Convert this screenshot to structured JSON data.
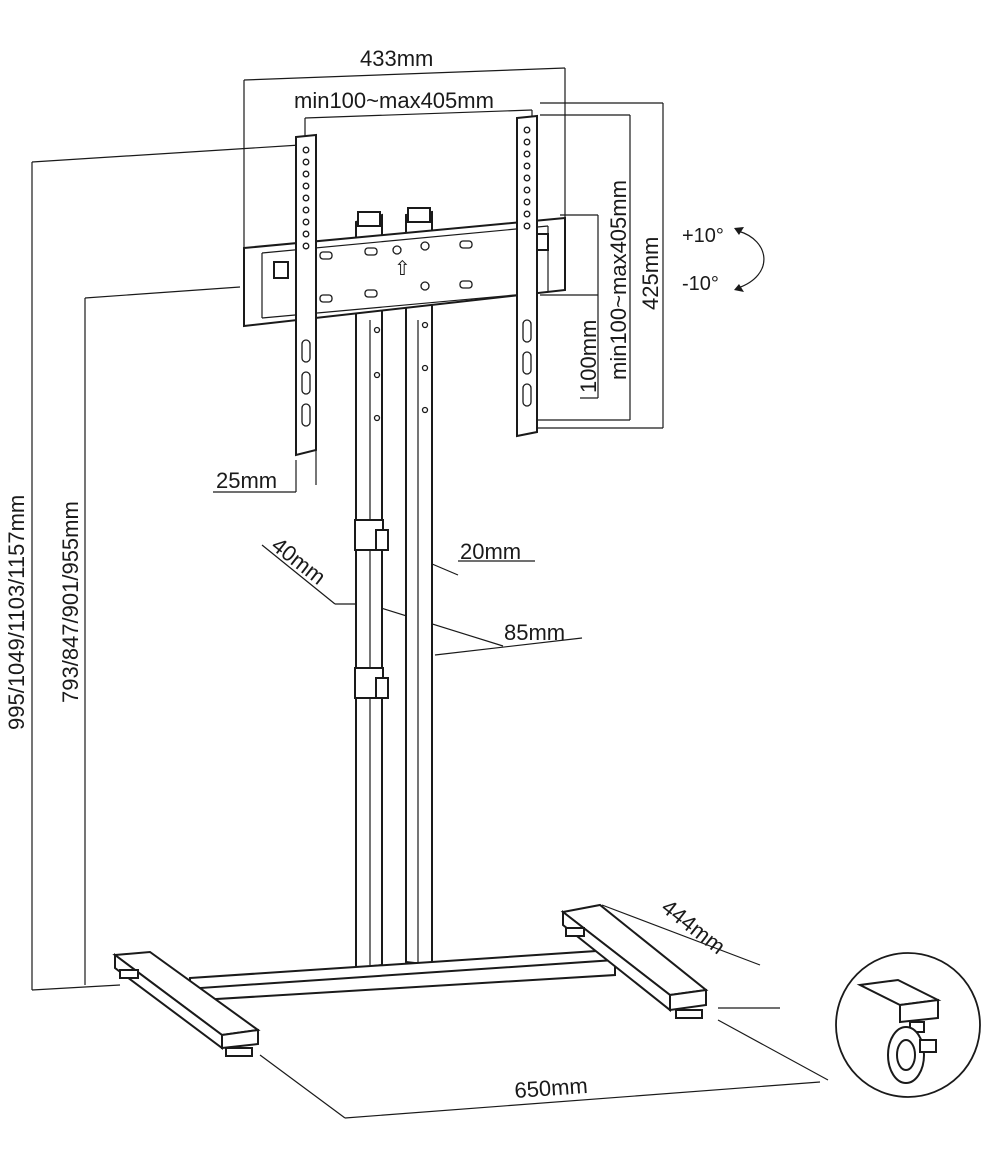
{
  "dimensions": {
    "mount_width": "433mm",
    "vesa_horizontal": "min100~max405mm",
    "vesa_vertical": "min100~max405mm",
    "mount_height": "425mm",
    "slot_spacing": "100mm",
    "bracket_width": "25mm",
    "tilt_up": "+10°",
    "tilt_down": "-10°",
    "total_height": "995/1049/1103/1157mm",
    "center_height": "793/847/901/955mm",
    "column_depth": "40mm",
    "column_gap": "20mm",
    "column_width": "85mm",
    "base_depth": "444mm",
    "base_width": "650mm"
  },
  "icons": {
    "tilt": "curved-double-arrow-icon",
    "caster_detail": "caster-wheel-icon"
  }
}
